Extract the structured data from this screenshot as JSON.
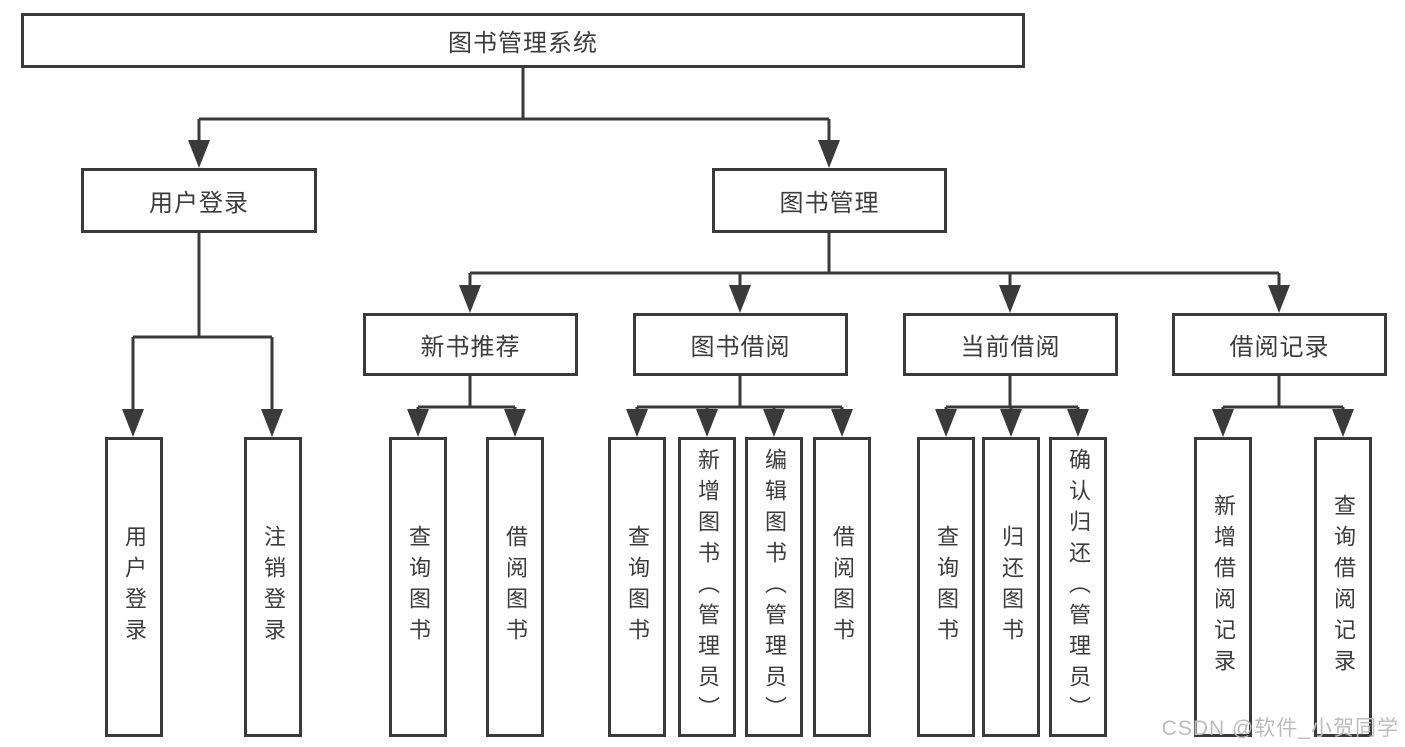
{
  "diagram": {
    "root": {
      "label": "图书管理系统"
    },
    "branches": [
      {
        "label": "用户登录",
        "children": [
          {
            "label": "用户登录"
          },
          {
            "label": "注销登录"
          }
        ]
      },
      {
        "label": "图书管理",
        "children": [
          {
            "label": "新书推荐",
            "children": [
              {
                "label": "查询图书"
              },
              {
                "label": "借阅图书"
              }
            ]
          },
          {
            "label": "图书借阅",
            "children": [
              {
                "label": "查询图书"
              },
              {
                "label": "新增图书（管理员）"
              },
              {
                "label": "编辑图书（管理员）"
              },
              {
                "label": "借阅图书"
              }
            ]
          },
          {
            "label": "当前借阅",
            "children": [
              {
                "label": "查询图书"
              },
              {
                "label": "归还图书"
              },
              {
                "label": "确认归还（管理员）"
              }
            ]
          },
          {
            "label": "借阅记录",
            "children": [
              {
                "label": "新增借阅记录"
              },
              {
                "label": "查询借阅记录"
              }
            ]
          }
        ]
      }
    ]
  },
  "watermark": {
    "text": "CSDN @软件_小贺同学"
  },
  "colors": {
    "line": "#3a3a3a",
    "text": "#3c3c3c",
    "watermark": "#bcbcbc",
    "background": "#ffffff"
  }
}
